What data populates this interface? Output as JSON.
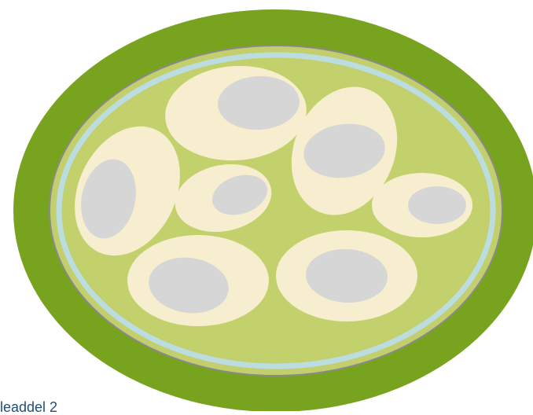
{
  "caption": "leaddel 2",
  "colors": {
    "outer_layer": "#78a31e",
    "cell_wall_line": "#8a8a8a",
    "matrix_light": "#c3cf6d",
    "membrane": "#bcdde0",
    "cytoplasm": "#c3d16c",
    "cell_body": "#f6eecf",
    "nucleus": "#d6d6d6"
  },
  "cells": [
    {
      "name": "cell-top-center"
    },
    {
      "name": "cell-upper-right"
    },
    {
      "name": "cell-left"
    },
    {
      "name": "cell-center-small"
    },
    {
      "name": "cell-right"
    },
    {
      "name": "cell-bottom-left"
    },
    {
      "name": "cell-bottom-center"
    }
  ]
}
